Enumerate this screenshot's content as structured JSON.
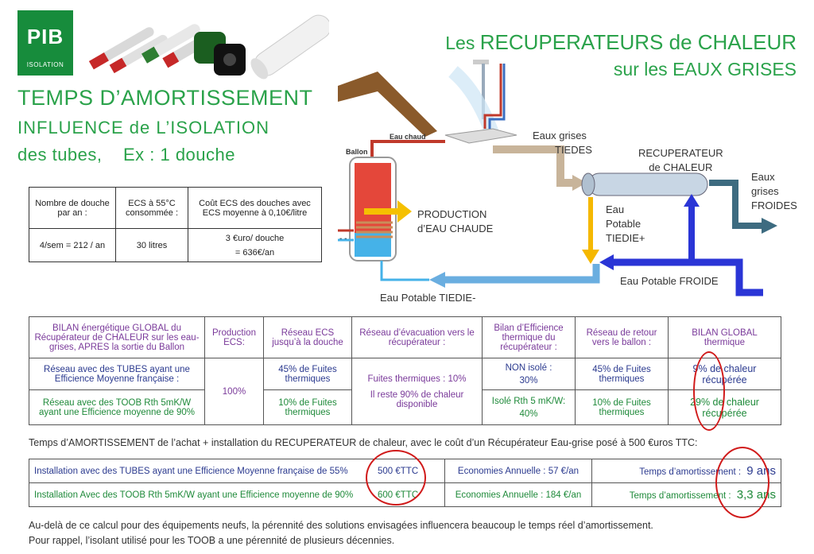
{
  "logo": {
    "brand": "PIB",
    "sub": "ISOLATION"
  },
  "titles": {
    "main": "TEMPS D’AMORTISSEMENT",
    "sub": "INFLUENCE  de  L’ISOLATION",
    "sub2": "des tubes,    Ex : 1 douche",
    "right1_a": "Les ",
    "right1_b": "RECUPERATEURS de CHALEUR",
    "right2_a": "sur les ",
    "right2_b": "EAUX GRISES"
  },
  "table1": {
    "headers": [
      "Nombre de douche par an :",
      "ECS à 55°C consommée :",
      "Coût ECS des douches avec ECS moyenne à 0,10€/litre"
    ],
    "row": [
      "4/sem = 212 / an",
      "30 litres",
      "3 €uro/ douche",
      "= 636€/an"
    ]
  },
  "diagram": {
    "eau_chaud": "Eau chaud",
    "ballon": "Ballon",
    "eaux_grises_tiedes_1": "Eaux grises",
    "eaux_grises_tiedes_2": "TIEDES",
    "recuperateur_1": "RECUPERATEUR",
    "recuperateur_2": "de CHALEUR",
    "eaux_grises_froides_1": "Eaux",
    "eaux_grises_froides_2": "grises",
    "eaux_grises_froides_3": "FROIDES",
    "production_1": "PRODUCTION",
    "production_2": "d’EAU CHAUDE",
    "eau_potable_tiedie_plus_1": "Eau",
    "eau_potable_tiedie_plus_2": "Potable",
    "eau_potable_tiedie_plus_3": "TIEDIE+",
    "eau_potable_froide": "Eau Potable  FROIDE",
    "eau_potable_tiedie_minus": "Eau Potable  TIEDIE-",
    "minus_sign": "- -"
  },
  "table2": {
    "headers": [
      "BILAN énergétique GLOBAL du Récupérateur de CHALEUR sur les eau-grises, APRES la sortie du Ballon",
      "Production ECS:",
      "Réseau ECS jusqu’à la douche",
      "Réseau d’évacuation vers le récupérateur :",
      "Bilan d’Efficience thermique du récupérateur :",
      "Réseau de retour vers le ballon :",
      "BILAN GLOBAL thermique"
    ],
    "row1": {
      "label": "Réseau avec des TUBES ayant une Efficience Moyenne française :",
      "ecs": "45%  de Fuites thermiques",
      "bilan_1": "NON isolé :",
      "bilan_2": "30%",
      "retour": "45%  de Fuites thermiques",
      "global_1": "9% de chaleur",
      "global_2": "récupérée"
    },
    "shared": {
      "production": "100%",
      "evac_1": "Fuites thermiques : 10%",
      "evac_2": "Il reste 90% de chaleur disponible"
    },
    "row2": {
      "label": "Réseau avec des TOOB Rth 5mK/W ayant une Efficience moyenne de 90%",
      "ecs": "10% de Fuites thermiques",
      "bilan_1": "Isolé  Rth  5 mK/W:",
      "bilan_2": "40%",
      "retour": "10% de Fuites thermiques",
      "global_1": "29% de chaleur",
      "global_2": "récupérée"
    }
  },
  "note": "Temps d’AMORTISSEMENT de l’achat + installation du RECUPERATEUR de chaleur, avec le coût d’un Récupérateur Eau-grise posé à 500 €uros TTC:",
  "table3": {
    "row1": {
      "label": "Installation avec des TUBES ayant une Efficience Moyenne française de 55%",
      "price": "500 €TTC",
      "eco": "Economies Annuelle : 57 €/an",
      "time_label": "Temps d’amortissement :",
      "time_value": "9 ans"
    },
    "row2": {
      "label": "Installation Avec des TOOB Rth 5mK/W ayant une Efficience moyenne de 90%",
      "price": "600 €TTC",
      "eco": "Economies Annuelle : 184 €/an",
      "time_label": "Temps d’amortissement :",
      "time_value": "3,3 ans"
    }
  },
  "footer": {
    "line1": "Au-delà de ce calcul pour  des équipements neufs, la pérennité des solutions envisagées influencera beaucoup le temps réel d’amortissement.",
    "line2": "Pour rappel, l’isolant utilisé pour les TOOB a une pérennité de plusieurs décennies."
  },
  "colors": {
    "brand_green": "#178c3c",
    "title_green": "#2aa24a",
    "highlight_red": "#d01a1a",
    "hot_pipe": "#c0392b",
    "warm_arrow": "#c8b49a",
    "cold_arrow": "#2a35d6",
    "potable_arrow": "#6aaee0",
    "grey_water_out": "#3d6b80",
    "tiedie_arrow": "#f5b800"
  }
}
